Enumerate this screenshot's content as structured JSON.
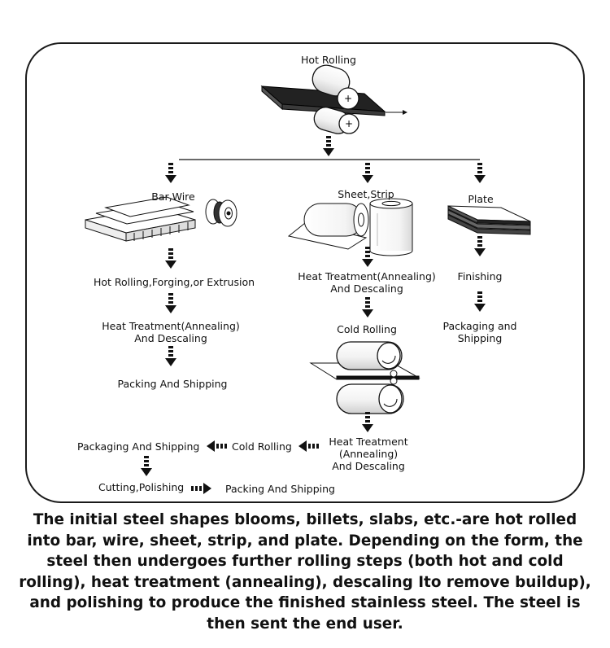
{
  "diagram": {
    "top_stage": "Hot Rolling",
    "branches": {
      "bar_wire": {
        "title": "Bar,Wire",
        "steps": [
          "Hot Rolling,Forging,or Extrusion",
          "Heat Treatment(Annealing)\nAnd Descaling",
          "Packing And Shipping"
        ]
      },
      "sheet_strip": {
        "title": "Sheet,Strip",
        "steps": [
          "Heat Treatment(Annealing)\nAnd Descaling",
          "Cold Rolling",
          "Heat Treatment\n(Annealing)\nAnd Descaling"
        ]
      },
      "plate": {
        "title": "Plate",
        "steps": [
          "Finishing",
          "Packaging and\nShipping"
        ]
      }
    },
    "bottom_flow": {
      "cold_rolling": "Cold Rolling",
      "packaging_shipping": "Packaging And Shipping",
      "cutting_polishing": "Cutting,Polishing",
      "final_shipping": "Packing And Shipping"
    }
  },
  "caption": "The initial steel shapes blooms, billets, slabs, etc.-are hot rolled into bar, wire, sheet, strip, and plate. Depending on the form, the steel then undergoes further rolling steps (both hot and cold rolling), heat treatment (annealing), descaling Ito remove buildup), and polishing to produce the finished stainless steel. The steel is then sent the end user."
}
